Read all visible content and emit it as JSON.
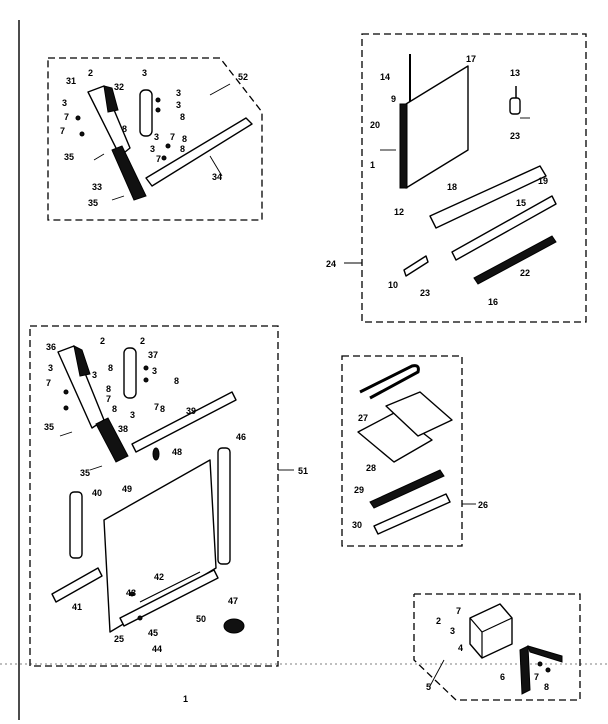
{
  "diagram": {
    "assemblies": {
      "a52": "52",
      "a24": "24",
      "a51": "51",
      "a26": "26",
      "a5": "5"
    },
    "labels": {
      "a52": [
        "2",
        "31",
        "32",
        "3",
        "3",
        "3",
        "7",
        "3",
        "7",
        "8",
        "8",
        "8",
        "7",
        "3",
        "3",
        "7",
        "8",
        "35",
        "33",
        "34",
        "35"
      ],
      "a24": [
        "14",
        "17",
        "13",
        "9",
        "20",
        "23",
        "1",
        "12",
        "18",
        "19",
        "15",
        "10",
        "23",
        "22",
        "16"
      ],
      "a51": [
        "36",
        "2",
        "2",
        "37",
        "3",
        "3",
        "7",
        "8",
        "8",
        "8",
        "3",
        "7",
        "7",
        "8",
        "8",
        "39",
        "35",
        "38",
        "35",
        "3",
        "48",
        "46",
        "49",
        "40",
        "42",
        "41",
        "43",
        "50",
        "47",
        "25",
        "45",
        "44"
      ],
      "a26": [
        "27",
        "28",
        "29",
        "30"
      ],
      "a5": [
        "2",
        "7",
        "3",
        "4",
        "6",
        "7",
        "8"
      ]
    },
    "footer": "1"
  }
}
